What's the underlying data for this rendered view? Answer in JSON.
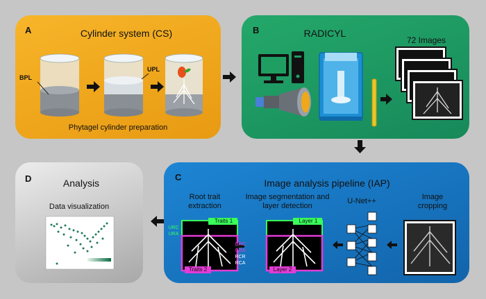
{
  "panel_a": {
    "letter": "A",
    "title": "Cylinder system (CS)",
    "label_bpl": "BPL",
    "label_upl": "UPL",
    "caption": "Phytagel cylinder preparation",
    "color": "#f0a818"
  },
  "panel_b": {
    "letter": "B",
    "title": "RADICYL",
    "images_label": "72 Images",
    "color": "#1f9e62"
  },
  "panel_c": {
    "letter": "C",
    "title": "Image analysis pipeline (IAP)",
    "step_traits": "Root trait extraction",
    "step_segmentation": "Image segmentation and layer detection",
    "step_unet": "U-Net++",
    "step_crop": "Image cropping",
    "traits1": "Traits 1",
    "traits2": "Traits 2",
    "layer1": "Layer 1",
    "layer2": "Layer 2",
    "trait_tags_top": [
      "URC",
      "URA"
    ],
    "trait_tags_bottom": [
      "GRC",
      "GRA",
      "RCR",
      "RCA"
    ],
    "color": "#1a76c2"
  },
  "panel_d": {
    "letter": "D",
    "title": "Analysis",
    "subtitle": "Data visualization",
    "color": "#dcdcdc"
  }
}
